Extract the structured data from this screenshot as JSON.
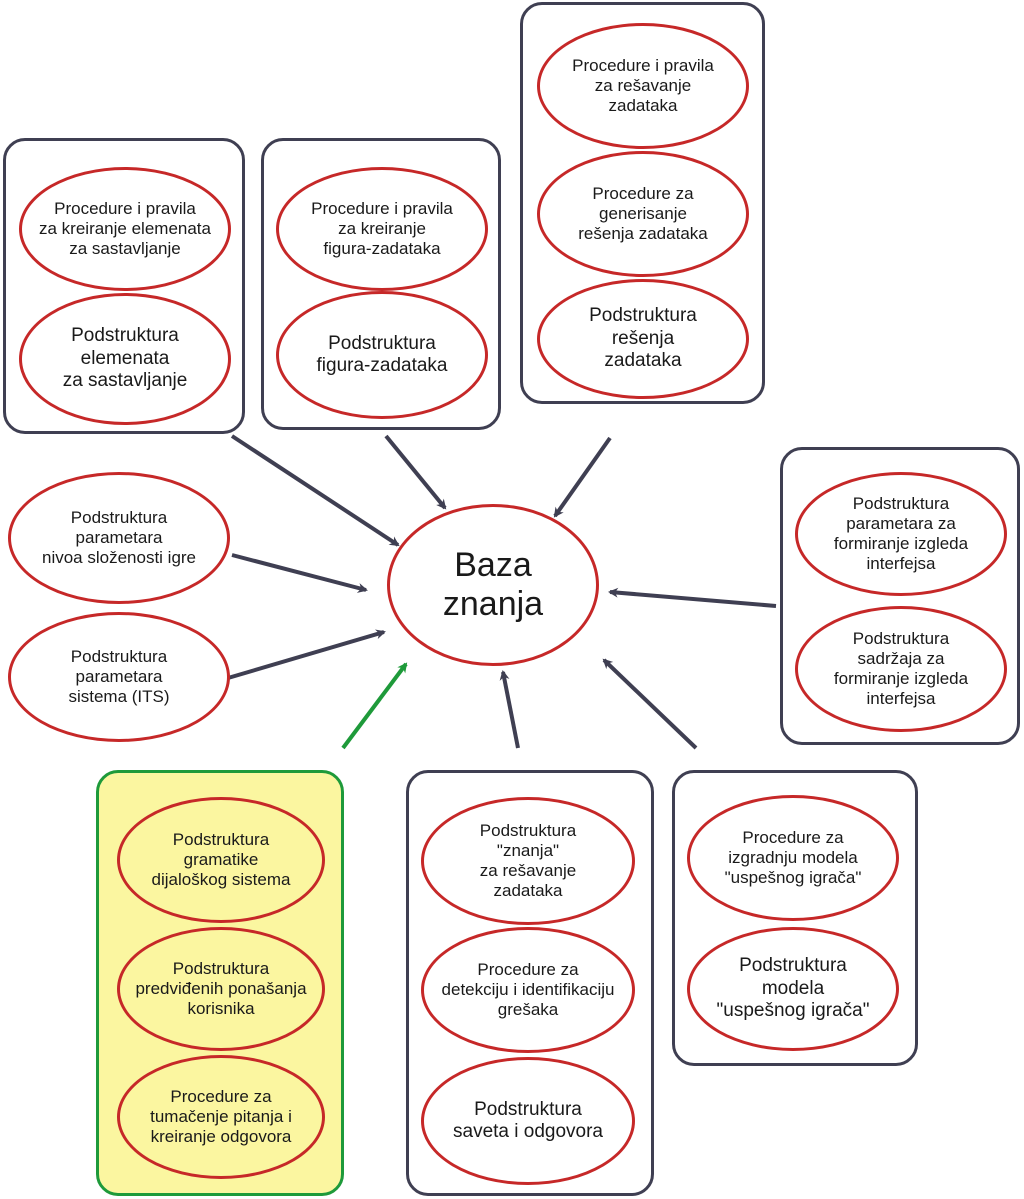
{
  "colors": {
    "ellipse_border": "#c62828",
    "box_border": "#3f3f52",
    "arrow_default": "#3f3f52",
    "arrow_green": "#1e9a3a",
    "highlight_fill": "#fbf6a0",
    "highlight_border": "#1e9a3a"
  },
  "center": {
    "label": "Baza\nznanja"
  },
  "nodes": {
    "proc_kreiranje_elemenata": "Procedure i pravila\nza kreiranje elemenata\nza sastavljanje",
    "pod_elemenata": "Podstruktura\nelemenata\nza sastavljanje",
    "proc_kreiranje_figura": "Procedure i pravila\nza kreiranje\nfigura-zadataka",
    "pod_figura": "Podstruktura\nfigura-zadataka",
    "proc_resavanje": "Procedure i pravila\nza rešavanje\nzadataka",
    "proc_generisanje": "Procedure za\ngenerisanje\nrešenja zadataka",
    "pod_resenja": "Podstruktura\nrešenja\nzadataka",
    "pod_slozenosti": "Podstruktura\nparametara\nnivoa složenosti igre",
    "pod_sistema": "Podstruktura\nparametara\nsistema (ITS)",
    "pod_izgleda_param": "Podstruktura\nparametara za\nformiranje izgleda\ninterfejsa",
    "pod_izgleda_sadrzaj": "Podstruktura\nsadržaja za\nformiranje izgleda\ninterfejsa",
    "pod_gramatike": "Podstruktura\ngramatike\ndijaloškog sistema",
    "pod_ponasanja": "Podstruktura\npredviđenih ponašanja\nkorisnika",
    "proc_tumacenje": "Procedure za\ntumačenje pitanja i\nkreiranje odgovora",
    "pod_znanja": "Podstruktura\n\"znanja\"\nza rešavanje\nzadataka",
    "proc_detekcija": "Procedure za\ndetekciju i identifikaciju\ngrešaka",
    "pod_saveta": "Podstruktura\nsaveta i odgovora",
    "proc_model_igraca": "Procedure za\nizgradnju modela\n\"uspešnog igrača\"",
    "pod_model_igraca": "Podstruktura\nmodela\n\"uspešnog igrača\""
  }
}
